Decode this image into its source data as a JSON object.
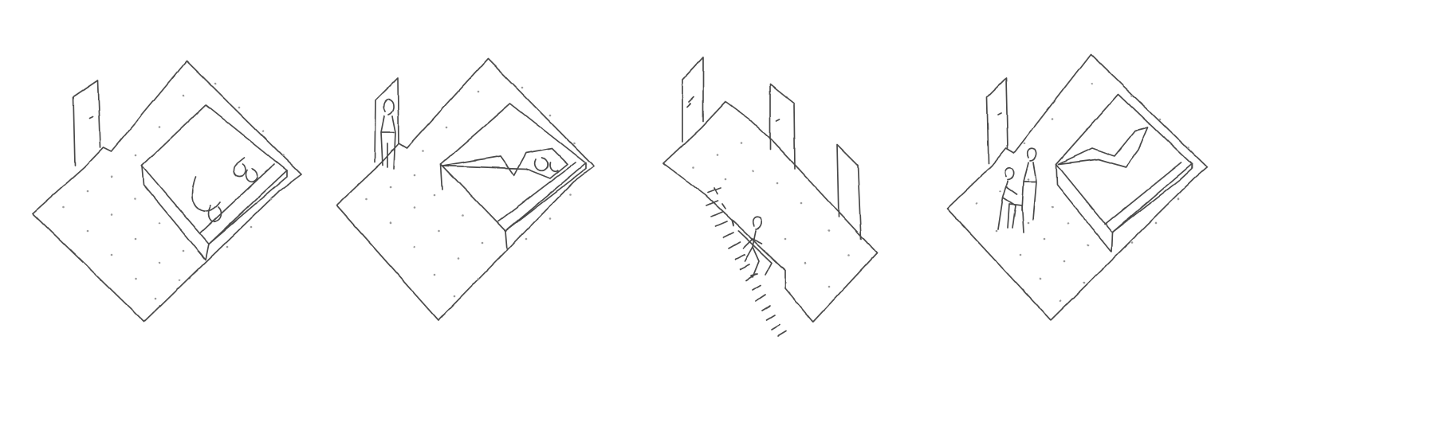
{
  "style": {
    "background": "#ffffff",
    "ink": "#4a4a4a",
    "dots": "#9a9a9a"
  },
  "panels": [
    {
      "name": "sketch-1-person-sleeping-in-bed"
    },
    {
      "name": "sketch-2-person-at-door-bed-empty"
    },
    {
      "name": "sketch-3-person-walking-corridor-steps"
    },
    {
      "name": "sketch-4-two-people-beside-bed"
    }
  ]
}
